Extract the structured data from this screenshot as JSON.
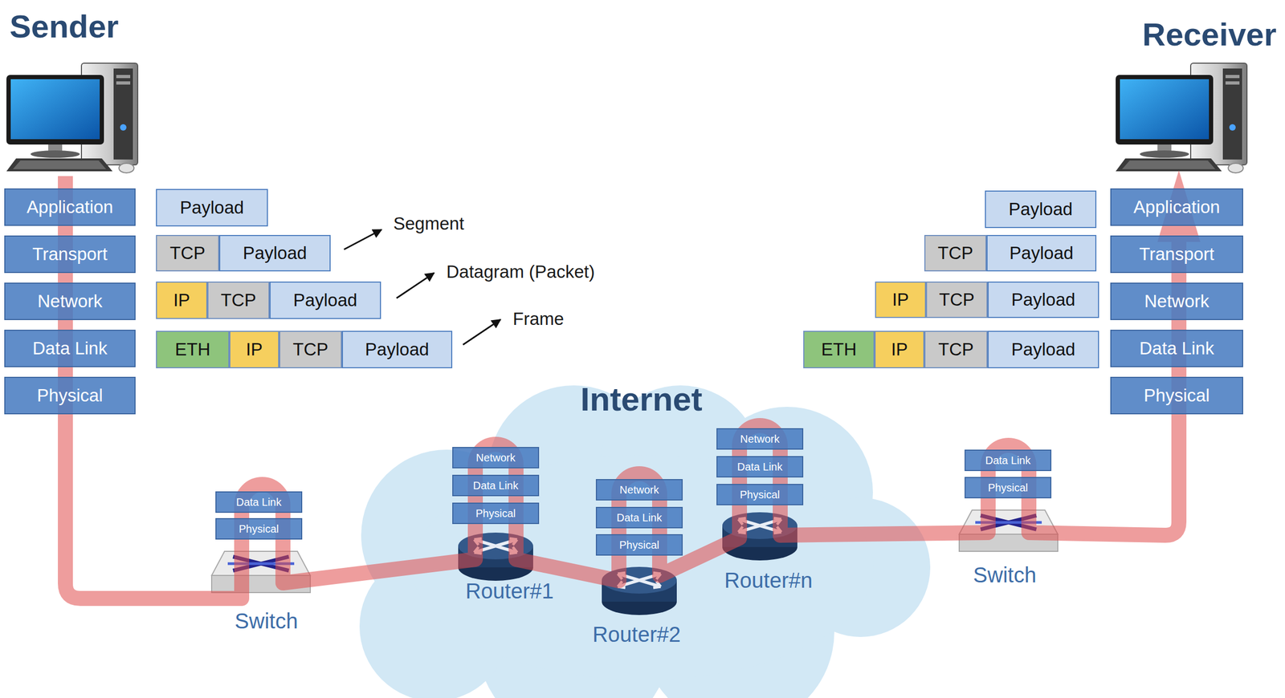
{
  "diagram": {
    "nodes": [
      {
        "text": [
          "Application"
        ]
      },
      {
        "text": [
          "Transport"
        ]
      },
      {
        "text": [
          "Network"
        ]
      },
      {
        "text": [
          "Data Link"
        ]
      },
      {
        "text": [
          "Physical"
        ]
      },
      {
        "text": [
          "Payload"
        ]
      },
      {
        "text": [
          "TCP"
        ]
      },
      {
        "text": [
          "Payload"
        ]
      },
      {
        "text": [
          "IP"
        ]
      },
      {
        "text": [
          "TCP"
        ]
      },
      {
        "text": [
          "Payload"
        ]
      },
      {
        "text": [
          "ETH"
        ]
      },
      {
        "text": [
          "IP"
        ]
      },
      {
        "text": [
          "TCP"
        ]
      },
      {
        "text": [
          "Payload"
        ]
      },
      {
        "text": [
          "Payload"
        ]
      },
      {
        "text": [
          "TCP"
        ]
      },
      {
        "text": [
          "Payload"
        ]
      },
      {
        "text": [
          "IP"
        ]
      },
      {
        "text": [
          "TCP"
        ]
      },
      {
        "text": [
          "Payload"
        ]
      },
      {
        "text": [
          "ETH"
        ]
      },
      {
        "text": [
          "IP"
        ]
      },
      {
        "text": [
          "TCP"
        ]
      },
      {
        "text": [
          "Payload"
        ]
      },
      {
        "text": [
          "Application"
        ]
      },
      {
        "text": [
          "Transport"
        ]
      },
      {
        "text": [
          "Network"
        ]
      },
      {
        "text": [
          "Data Link"
        ]
      },
      {
        "text": [
          "Physical"
        ]
      },
      {
        "text": [
          "Data Link"
        ]
      },
      {
        "text": [
          "Physical"
        ]
      },
      {
        "text": [
          "Network"
        ]
      },
      {
        "text": [
          "Data Link"
        ]
      },
      {
        "text": [
          "Physical"
        ]
      },
      {
        "text": [
          "Network"
        ]
      },
      {
        "text": [
          "Data Link"
        ]
      },
      {
        "text": [
          "Physical"
        ]
      },
      {
        "text": [
          "Network"
        ]
      },
      {
        "text": [
          "Data Link"
        ]
      },
      {
        "text": [
          "Physical"
        ]
      },
      {
        "text": [
          "Data Link"
        ]
      },
      {
        "text": [
          "Physical"
        ]
      }
    ],
    "labels": [
      "Sender",
      "Receiver",
      "Segment",
      "Datagram (Packet)",
      "Frame",
      "Internet",
      "Switch",
      "Router#1",
      "Router#2",
      "Router#n",
      "Switch"
    ]
  }
}
